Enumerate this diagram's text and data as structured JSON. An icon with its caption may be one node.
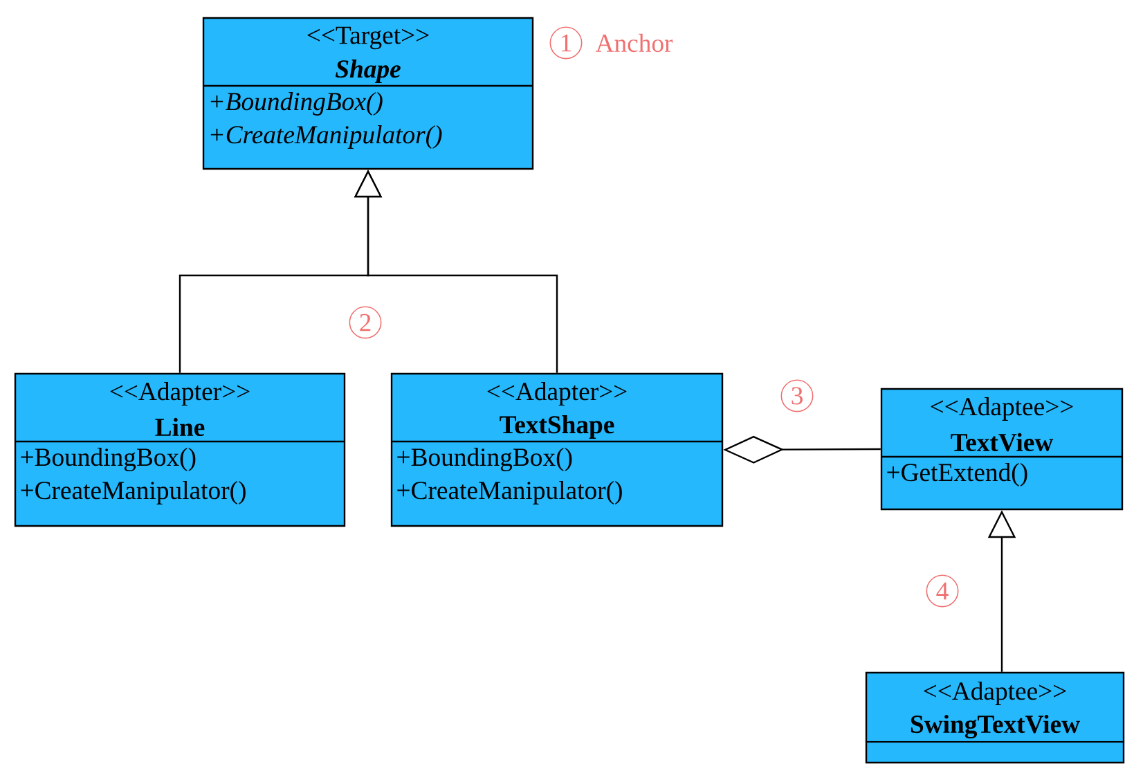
{
  "diagram": {
    "nodes": [
      {
        "text": [
          "<<Target>>",
          "Shape",
          "+BoundingBox()",
          "+CreateManipulator()"
        ]
      },
      {
        "text": [
          "<<Adapter>>",
          "Line",
          "+BoundingBox()",
          "+CreateManipulator()"
        ]
      },
      {
        "text": [
          "<<Adapter>>",
          "TextShape",
          "+BoundingBox()",
          "+CreateManipulator()"
        ]
      },
      {
        "text": [
          "<<Adaptee>>",
          "TextView",
          "+GetExtend()"
        ]
      },
      {
        "text": [
          "<<Adaptee>>",
          "SwingTextView"
        ]
      }
    ],
    "edges": [
      {
        "from": 1,
        "to": 0,
        "arrow": "to"
      },
      {
        "from": 2,
        "to": 0,
        "arrow": "to"
      },
      {
        "from": 2,
        "to": 3,
        "arrow": "other"
      },
      {
        "from": 4,
        "to": 3,
        "arrow": "to"
      }
    ],
    "labels": [
      "1",
      "Anchor",
      "2",
      "3",
      "4"
    ]
  }
}
